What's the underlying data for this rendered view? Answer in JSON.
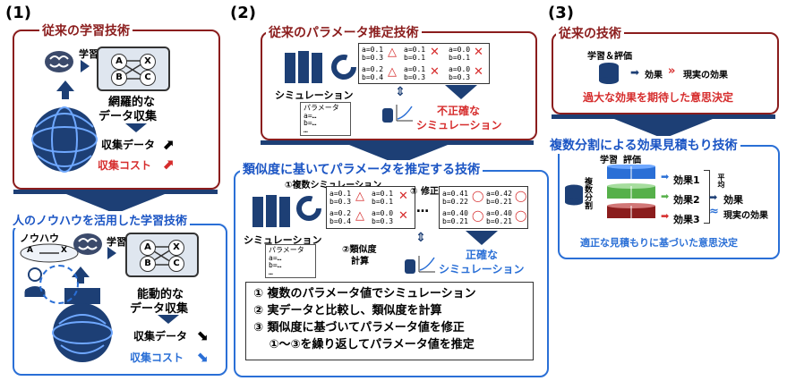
{
  "labels": {
    "n1": "(1)",
    "n2": "(2)",
    "n3": "(3)"
  },
  "p1": {
    "trad_title": "従来の学習技術",
    "learn": "学習",
    "abcx": [
      "A",
      "X",
      "B",
      "C"
    ],
    "exhaustive_1": "網羅的な",
    "exhaustive_2": "データ収集",
    "collect_data": "収集データ",
    "collect_cost": "収集コスト",
    "knowhow_title": "人のノウハウを活用した学習技術",
    "knowhow": "ノウハウ",
    "learn2": "学習",
    "ax": [
      "A",
      "X"
    ],
    "active_1": "能動的な",
    "active_2": "データ収集",
    "collect_data2": "収集データ",
    "collect_cost2": "収集コスト"
  },
  "p2": {
    "trad_title": "従来のパラメータ推定技術",
    "simulation": "シミュレーション",
    "param_doc": [
      "パラメータ",
      "a=…",
      "b=…",
      "…"
    ],
    "param_grid": [
      "a=0.1",
      "b=0.3",
      "a=0.1",
      "b=0.1",
      "a=0.0",
      "b=0.1",
      "a=0.2",
      "b=0.4",
      "a=0.1",
      "b=0.3",
      "a=0.0",
      "b=0.3"
    ],
    "inaccurate_1": "不正確な",
    "inaccurate_2": "シミュレーション",
    "new_title": "類似度に基いてパラメータを推定する技術",
    "multi_sim": "①複数シミュレーション",
    "fix": "③ 修正",
    "simulation2": "シミュレーション",
    "param_doc2": [
      "パラメータ",
      "a=…",
      "b=…",
      "…"
    ],
    "similarity_1": "②類似度",
    "similarity_2": "計算",
    "accurate_1": "正確な",
    "accurate_2": "シミュレーション",
    "grid2": [
      "a=0.1",
      "b=0.3",
      "a=0.1",
      "b=0.1",
      "a=0.2",
      "b=0.4",
      "a=0.0",
      "b=0.3"
    ],
    "grid3": [
      "a=0.41",
      "b=0.22",
      "a=0.42",
      "b=0.21",
      "a=0.40",
      "b=0.21",
      "a=0.40",
      "b=0.21"
    ],
    "steps": [
      "① 複数のパラメータ値でシミュレーション",
      "② 実データと比較し、類似度を計算",
      "③ 類似度に基づいてパラメータ値を修正",
      "　 ①～③を繰り返してパラメータ値を推定"
    ]
  },
  "p3": {
    "trad_title": "従来の技術",
    "learn_eval": "学習＆評価",
    "effect": "効果",
    "real_effect": "現実の効果",
    "excess": "過大な効果を期待した意思決定",
    "new_title": "複数分割による効果見積もり技術",
    "learn": "学習",
    "eval": "評価",
    "split": "複数分割",
    "effect1": "効果1",
    "effect2": "効果2",
    "effect3": "効果3",
    "avg": "平均",
    "approx": "≈",
    "real_effect2": "現実の効果",
    "proper": "適正な見積もりに基づいた意思決定"
  },
  "colors": {
    "darkred": "#8b1d1d",
    "blue": "#2a6fd6",
    "navy": "#1d3f75",
    "red": "#d62d2d"
  }
}
